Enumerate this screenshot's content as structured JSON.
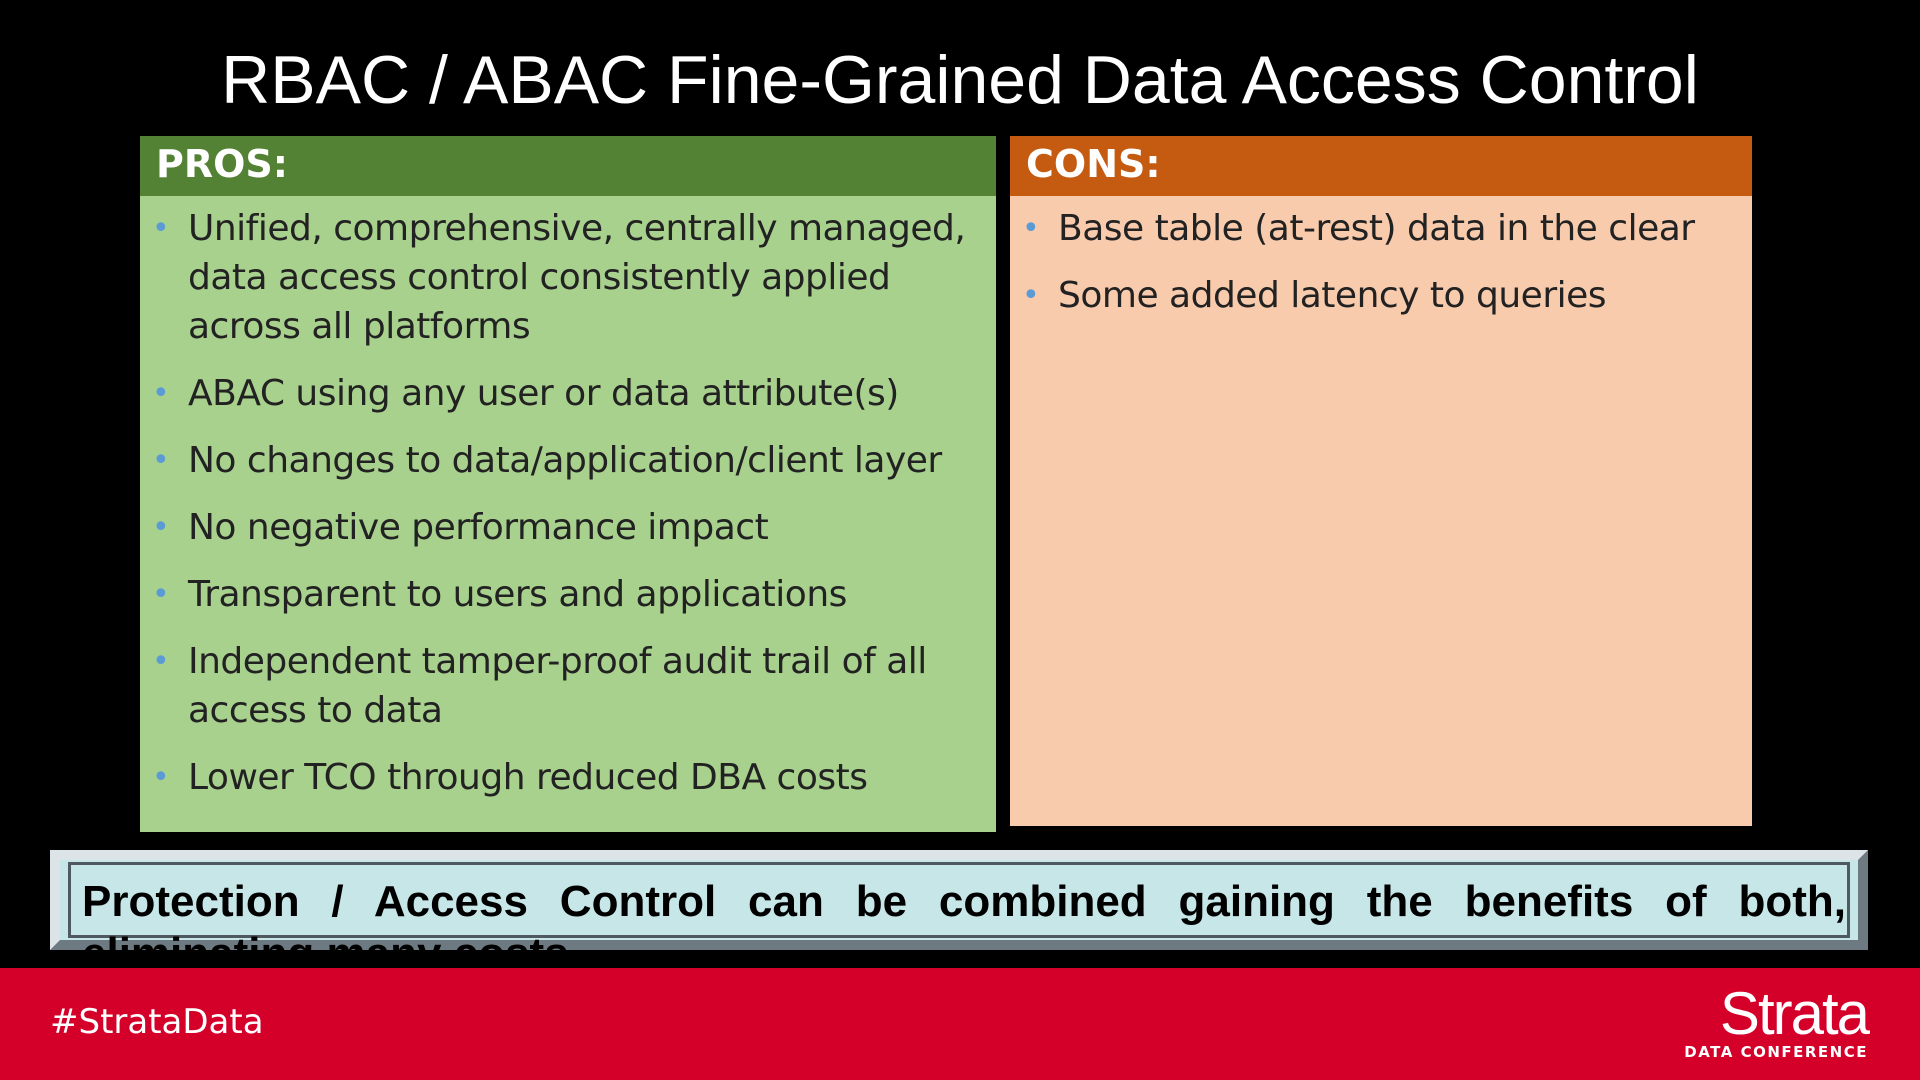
{
  "slide": {
    "title": "RBAC / ABAC Fine-Grained Data Access Control"
  },
  "pros": {
    "header": "PROS:",
    "items": [
      {
        "text": "Unified, comprehensive, centrally managed, data access control consistently applied across all platforms"
      },
      {
        "text": "ABAC using any user or data attribute(s)"
      },
      {
        "text": "No changes to data/application/client layer"
      },
      {
        "text": "No negative performance impact"
      },
      {
        "text": "Transparent to users and applications"
      },
      {
        "text": "Independent tamper-proof audit trail of all access to data"
      },
      {
        "text": "Lower TCO through reduced DBA costs"
      }
    ]
  },
  "cons": {
    "header": "CONS:",
    "items": [
      {
        "text": "Base table (at-rest) data in the clear"
      },
      {
        "text": "Some added latency to queries"
      }
    ]
  },
  "callout": {
    "text": "Protection / Access Control can be combined gaining the benefits of both, eliminating many costs"
  },
  "footer": {
    "hashtag": "#StrataData",
    "logo_word": "Strata",
    "logo_sub": "DATA CONFERENCE"
  },
  "colors": {
    "pros_header": "#548235",
    "pros_body": "#a9d18e",
    "cons_header": "#c55a11",
    "cons_body": "#f8cbad",
    "bullet": "#5b9bd5",
    "callout_bg": "#c6e6e8",
    "footer_bg": "#d4002a"
  },
  "icons": {
    "bullet": "bullet-dot-icon"
  }
}
